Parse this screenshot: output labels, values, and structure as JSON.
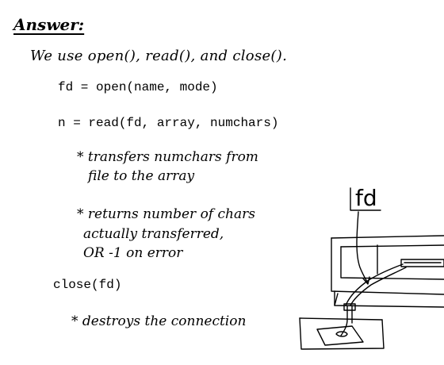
{
  "heading": "Answer:",
  "intro": "We use open(), read(), and close().",
  "code": {
    "open_line": "fd = open(name, mode)",
    "read_line": "n = read(fd, array, numchars)",
    "close_line": "close(fd)"
  },
  "notes": {
    "transfers_line1": "* transfers numchars from",
    "transfers_line2": "file to the array",
    "returns_line1": "* returns number of chars",
    "returns_line2": "actually transferred,",
    "returns_line3": "OR  -1 on error",
    "destroys": "* destroys the connection"
  },
  "sketch": {
    "label": "fd"
  }
}
